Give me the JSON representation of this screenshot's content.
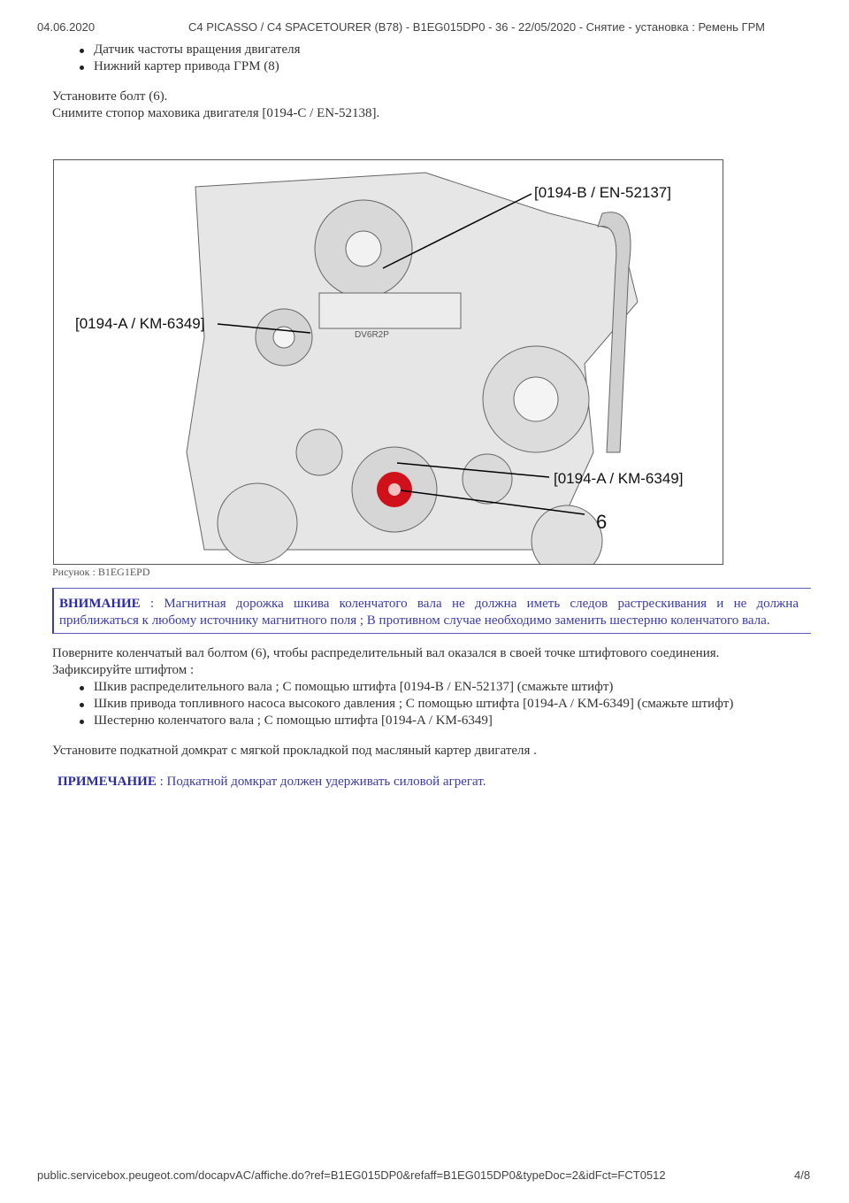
{
  "header": {
    "date": "04.06.2020",
    "title": "C4 PICASSO / C4 SPACETOURER (B78) - B1EG015DP0 - 36 - 22/05/2020 - Снятие - установка : Ремень ГРМ"
  },
  "list1": [
    "Датчик частоты вращения двигателя",
    "Нижний картер привода ГРМ (8)"
  ],
  "para1": [
    "Установите болт (6).",
    "Снимите стопор маховика двигателя [0194-C / EN-52138]."
  ],
  "figure": {
    "labels": {
      "top": "[0194-B / EN-52137]",
      "left": "[0194-A / KM-6349]",
      "right": "[0194-A / KM-6349]",
      "bolt": "6",
      "engine_code": "DV6R2P"
    },
    "highlight_color": "#d0101a",
    "caption": "Рисунок : B1EG1EPD"
  },
  "warning": {
    "keyword": "ВНИМАНИЕ",
    "line1": " : Магнитная дорожка шкива коленчатого вала не должна иметь следов растрескивания и не должна",
    "line2": "приближаться к любому источнику магнитного поля ; В противном случае необходимо заменить шестерню коленчатого вала.",
    "color": "#3a3ab0"
  },
  "para2": [
    "Поверните коленчатый вал болтом (6), чтобы распределительный вал оказался в своей точке штифтового соединения.",
    "Зафиксируйте штифтом :"
  ],
  "list2": [
    "Шкив распределительного вала ; С помощью штифта [0194-B / EN-52137] (смажьте штифт)",
    "Шкив привода топливного насоса высокого давления ; С помощью штифта [0194-A / KM-6349] (смажьте штифт)",
    "Шестерню коленчатого вала ; С помощью штифта [0194-A / KM-6349]"
  ],
  "para3": "Установите подкатной домкрат с мягкой прокладкой под масляный картер двигателя .",
  "note": {
    "keyword": "ПРИМЕЧАНИЕ",
    "text": " : Подкатной домкрат должен удерживать силовой агрегат."
  },
  "footer": {
    "url": "public.servicebox.peugeot.com/docapvAC/affiche.do?ref=B1EG015DP0&refaff=B1EG015DP0&typeDoc=2&idFct=FCT0512",
    "page": "4/8"
  }
}
